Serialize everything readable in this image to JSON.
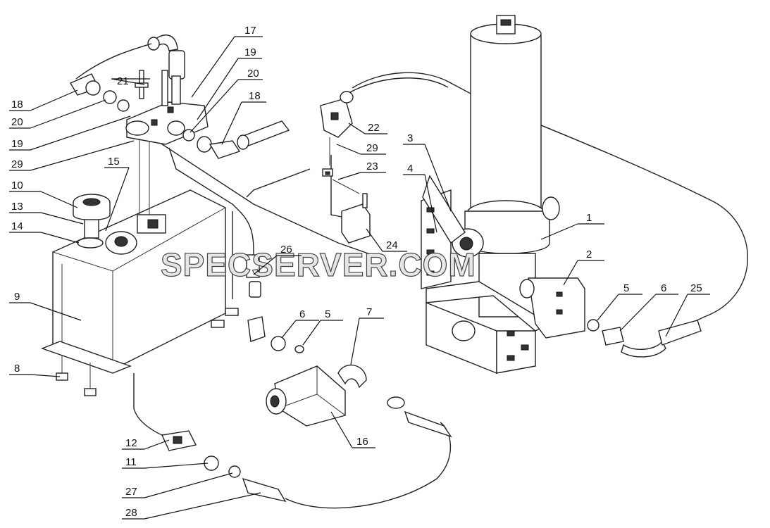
{
  "watermark": "SPECSERVER.COM",
  "callouts": [
    {
      "id": "c17",
      "label": "17"
    },
    {
      "id": "c19a",
      "label": "19"
    },
    {
      "id": "c20a",
      "label": "20"
    },
    {
      "id": "c18a",
      "label": "18"
    },
    {
      "id": "c22",
      "label": "22"
    },
    {
      "id": "c29a",
      "label": "29"
    },
    {
      "id": "c23",
      "label": "23"
    },
    {
      "id": "c24",
      "label": "24"
    },
    {
      "id": "c21",
      "label": "21"
    },
    {
      "id": "c18b",
      "label": "18"
    },
    {
      "id": "c20b",
      "label": "20"
    },
    {
      "id": "c19b",
      "label": "19"
    },
    {
      "id": "c29b",
      "label": "29"
    },
    {
      "id": "c15",
      "label": "15"
    },
    {
      "id": "c10",
      "label": "10"
    },
    {
      "id": "c13",
      "label": "13"
    },
    {
      "id": "c14",
      "label": "14"
    },
    {
      "id": "c9",
      "label": "9"
    },
    {
      "id": "c8",
      "label": "8"
    },
    {
      "id": "c26",
      "label": "26"
    },
    {
      "id": "c6a",
      "label": "6"
    },
    {
      "id": "c5a",
      "label": "5"
    },
    {
      "id": "c7",
      "label": "7"
    },
    {
      "id": "c16",
      "label": "16"
    },
    {
      "id": "c12",
      "label": "12"
    },
    {
      "id": "c11",
      "label": "11"
    },
    {
      "id": "c27",
      "label": "27"
    },
    {
      "id": "c28",
      "label": "28"
    },
    {
      "id": "c3",
      "label": "3"
    },
    {
      "id": "c4",
      "label": "4"
    },
    {
      "id": "c1",
      "label": "1"
    },
    {
      "id": "c2",
      "label": "2"
    },
    {
      "id": "c5b",
      "label": "5"
    },
    {
      "id": "c6b",
      "label": "6"
    },
    {
      "id": "c25",
      "label": "25"
    }
  ]
}
